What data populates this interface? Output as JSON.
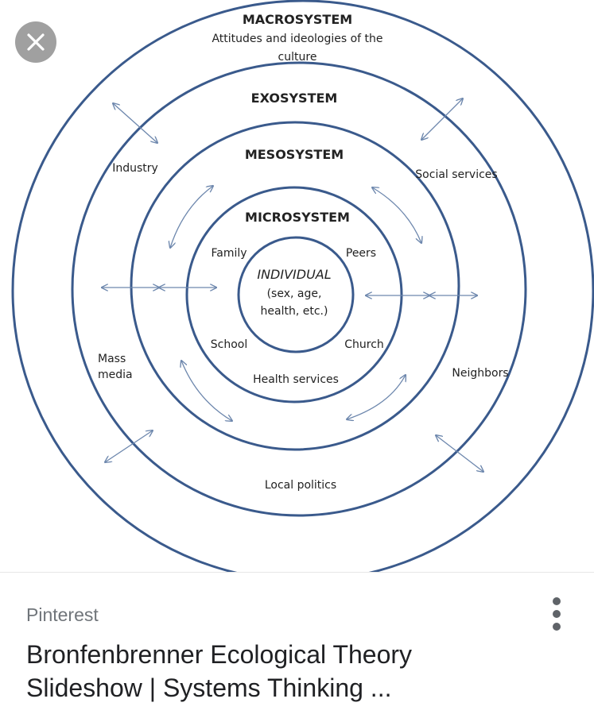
{
  "diagram": {
    "macrosystem": {
      "title": "MACROSYSTEM",
      "desc_line1": "Attitudes and ideologies of the",
      "desc_line2": "culture"
    },
    "exosystem": {
      "title": "EXOSYSTEM"
    },
    "mesosystem": {
      "title": "MESOSYSTEM"
    },
    "microsystem": {
      "title": "MICROSYSTEM"
    },
    "individual": {
      "title": "INDIVIDUAL",
      "line1": "(sex, age,",
      "line2": "health, etc.)"
    },
    "micro_labels": {
      "family": "Family",
      "peers": "Peers",
      "school": "School",
      "church": "Church",
      "health_services": "Health services"
    },
    "exo_labels": {
      "industry": "Industry",
      "social_services": "Social services",
      "mass_media_1": "Mass",
      "mass_media_2": "media",
      "neighbors": "Neighbors",
      "local_politics": "Local politics"
    },
    "line_color": "#3a5a8c"
  },
  "viewer": {
    "close_icon": "close-icon"
  },
  "result": {
    "source": "Pinterest",
    "title_line1": "Bronfenbrenner Ecological Theory",
    "title_line2": "Slideshow | Systems Thinking ...",
    "more_icon": "more-vert-icon"
  }
}
